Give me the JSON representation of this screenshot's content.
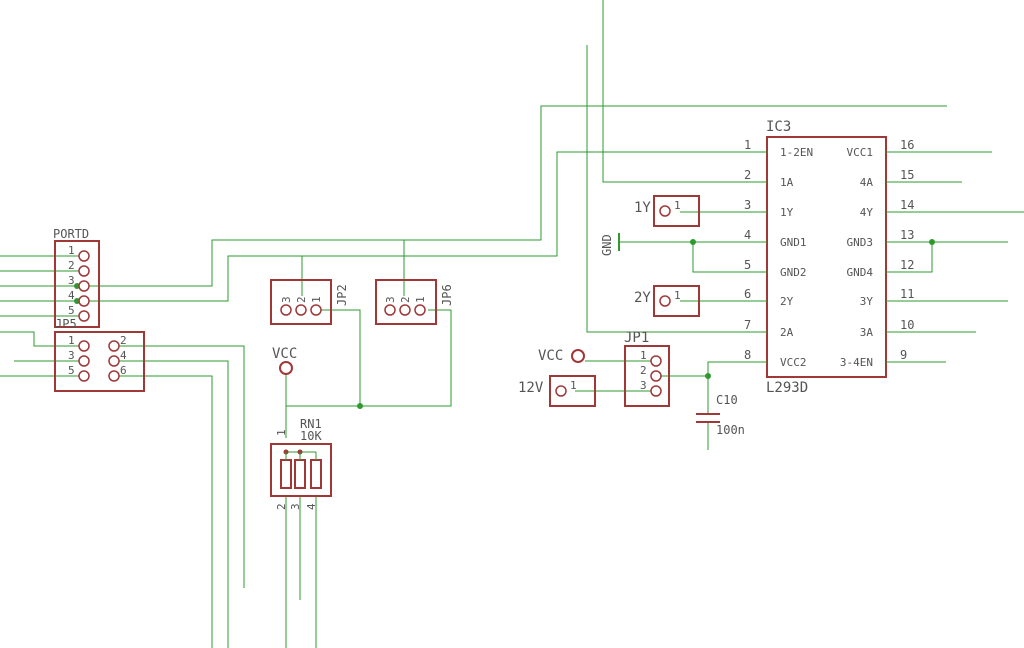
{
  "ic3": {
    "name": "IC3",
    "value": "L293D",
    "left": [
      {
        "num": "1",
        "name": "1-2EN"
      },
      {
        "num": "2",
        "name": "1A"
      },
      {
        "num": "3",
        "name": "1Y"
      },
      {
        "num": "4",
        "name": "GND1"
      },
      {
        "num": "5",
        "name": "GND2"
      },
      {
        "num": "6",
        "name": "2Y"
      },
      {
        "num": "7",
        "name": "2A"
      },
      {
        "num": "8",
        "name": "VCC2"
      }
    ],
    "right": [
      {
        "num": "16",
        "name": "VCC1"
      },
      {
        "num": "15",
        "name": "4A"
      },
      {
        "num": "14",
        "name": "4Y"
      },
      {
        "num": "13",
        "name": "GND3"
      },
      {
        "num": "12",
        "name": "GND4"
      },
      {
        "num": "11",
        "name": "3Y"
      },
      {
        "num": "10",
        "name": "3A"
      },
      {
        "num": "9",
        "name": "3-4EN"
      }
    ]
  },
  "portd": {
    "name": "PORTD",
    "pins": [
      "1",
      "2",
      "3",
      "4",
      "5"
    ]
  },
  "jp5": {
    "name": "JP5",
    "left_pins": [
      "1",
      "3",
      "5"
    ],
    "right_pins": [
      "2",
      "4",
      "6"
    ]
  },
  "jp2": {
    "name": "JP2",
    "pins": [
      "3",
      "2",
      "1"
    ]
  },
  "jp6": {
    "name": "JP6",
    "pins": [
      "3",
      "2",
      "1"
    ]
  },
  "jp1": {
    "name": "JP1",
    "pins": [
      "1",
      "2",
      "3"
    ]
  },
  "con_1y": {
    "label": "1Y",
    "pin": "1"
  },
  "con_2y": {
    "label": "2Y",
    "pin": "1"
  },
  "con_12v": {
    "label": "12V",
    "pin": "1"
  },
  "vcc_label": "VCC",
  "gnd_label": "GND",
  "rn1": {
    "name": "RN1",
    "value": "10K",
    "pins": [
      "1",
      "2",
      "3",
      "4"
    ]
  },
  "c10": {
    "name": "C10",
    "value": "100n"
  }
}
